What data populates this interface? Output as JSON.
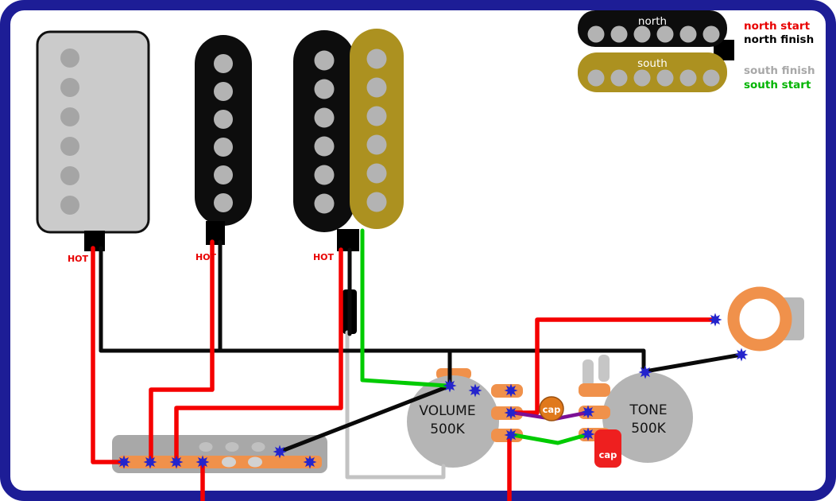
{
  "legend": {
    "north_coil_label": "north",
    "south_coil_label": "south",
    "entries": [
      "north start",
      "north finish",
      "south finish",
      "south start"
    ]
  },
  "pickups": {
    "hot_label": "HOT"
  },
  "controls": {
    "volume_line1": "VOLUME",
    "volume_line2": "500K",
    "tone_line1": "TONE",
    "tone_line2": "500K",
    "cap_label": "cap"
  },
  "colors": {
    "frame": "#1d1d96",
    "wire-red": "#f50000",
    "wire-black": "#0a0a0a",
    "wire-gray": "#c3c3c3",
    "wire-green": "#00cb00",
    "wire-purple": "#7c0f95",
    "pickup-gray": "#cbcbcb",
    "pickup-black": "#0d0d0d",
    "pickup-gold": "#ac9120",
    "pole-dark": "#a5a5a5",
    "pole-light": "#b3b3b3",
    "lug-orange": "#f0914b",
    "pot-gray": "#b5b5b5",
    "switch-gray": "#a8a8a8",
    "cap-orange": "#e0791c",
    "cap-red": "#ee1f1f",
    "star-blue": "#2424cc",
    "text-red": "#e80000",
    "text-gray": "#a8a8a8",
    "text-green": "#00b400"
  }
}
